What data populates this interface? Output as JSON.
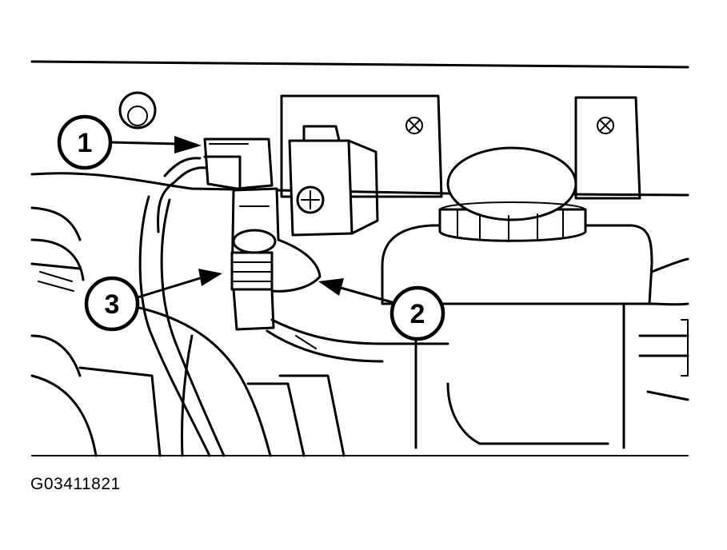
{
  "figure_id": "G03411821",
  "callouts": [
    {
      "number": "1"
    },
    {
      "number": "2"
    },
    {
      "number": "3"
    }
  ]
}
